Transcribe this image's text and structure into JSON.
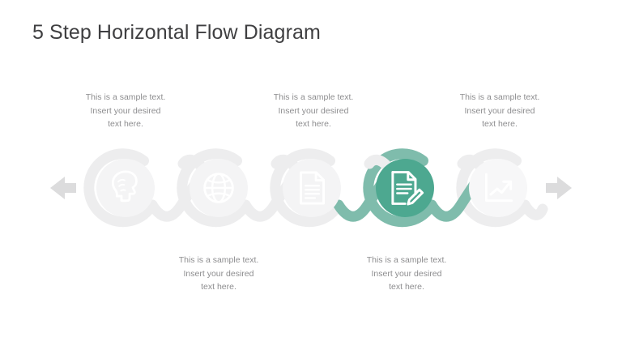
{
  "slide": {
    "title": "5 Step Horizontal Flow Diagram",
    "background_color": "#ffffff",
    "title_color": "#3f3f41"
  },
  "theme": {
    "accent_color": "#4da890",
    "accent_ribbon_color": "#7fbcac",
    "inactive_ribbon_color": "#ededee",
    "inactive_ring_color": "#f0f0f1",
    "inactive_circle_color": "#f4f4f5",
    "icon_inactive_color": "#ffffff",
    "icon_active_color": "#ffffff",
    "arrow_color": "#dcdcdd",
    "text_color": "#8d8d8f"
  },
  "nav": {
    "prev_arrow": "arrow-left-icon",
    "next_arrow": "arrow-right-icon"
  },
  "steps": [
    {
      "index": 1,
      "icon": "head-profile-brain-icon",
      "active": false,
      "caption_position": "top",
      "caption": "This is a sample text.\nInsert your desired\ntext here."
    },
    {
      "index": 2,
      "icon": "globe-icon",
      "active": false,
      "caption_position": "bottom",
      "caption": "This is a sample text.\nInsert your desired\ntext here."
    },
    {
      "index": 3,
      "icon": "document-icon",
      "active": false,
      "caption_position": "top",
      "caption": "This is a sample text.\nInsert your desired\ntext here."
    },
    {
      "index": 4,
      "icon": "document-edit-pencil-icon",
      "active": true,
      "caption_position": "bottom",
      "caption": "This is a sample text.\nInsert your desired\ntext here."
    },
    {
      "index": 5,
      "icon": "growth-chart-arrow-icon",
      "active": false,
      "caption_position": "top",
      "caption": "This is a sample text.\nInsert your desired\ntext here."
    }
  ]
}
